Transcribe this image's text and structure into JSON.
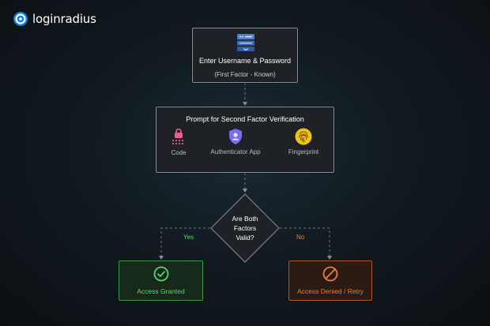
{
  "brand": {
    "name": "loginradius"
  },
  "step1": {
    "title": "Enter Username & Password",
    "subtitle": "(First Factor - Known)",
    "icon": "server-form-icon"
  },
  "step2": {
    "title": "Prompt for Second Factor Verification",
    "options": [
      {
        "label": "Code",
        "icon": "lock-keypad-icon"
      },
      {
        "label": "Authenticator App",
        "icon": "shield-user-icon"
      },
      {
        "label": "Fingerprint",
        "icon": "fingerprint-icon"
      }
    ]
  },
  "decision": {
    "line1": "Are Both",
    "line2": "Factors",
    "line3": "Valid?"
  },
  "edges": {
    "yes": "Yes",
    "no": "No"
  },
  "outcomes": {
    "granted": {
      "label": "Access Granted",
      "icon": "check-circle-icon",
      "color": "#5bd66c"
    },
    "denied": {
      "label": "Access Denied / Retry",
      "icon": "block-circle-icon",
      "color": "#f07a36"
    }
  },
  "colors": {
    "background": "#111a20",
    "box_border": "#8c8f93",
    "connector": "#6f7478"
  }
}
